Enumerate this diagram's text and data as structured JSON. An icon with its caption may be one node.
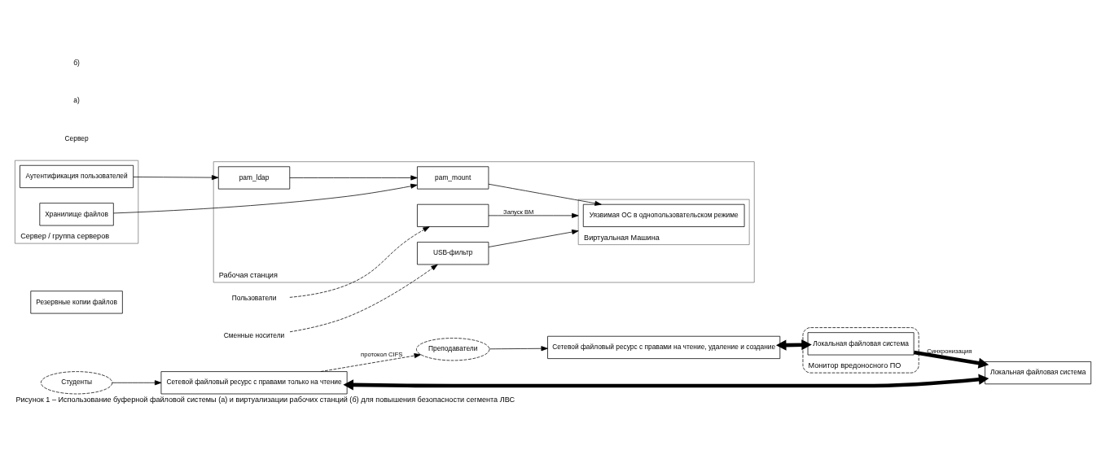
{
  "diagram": {
    "caption": "Рисунок 1 – Использование буферной файловой системы (а) и виртуализации рабочих станций (б) для повышения безопасности сегмента ЛВС",
    "nodes": [
      {
        "text": [
          "Студенты"
        ]
      },
      {
        "text": [
          "Преподаватели"
        ]
      },
      {
        "text": [
          "Сетевой файловый ресурс с правами только на чтение"
        ]
      },
      {
        "text": [
          "Сетевой файловый ресурс с правами на чтение, удаление и создание"
        ]
      },
      {
        "text": [
          "Локальная файловая система"
        ]
      },
      {
        "text": [
          "Резервные копии файлов"
        ]
      },
      {
        "text": [
          "Монитор вредоносного ПО"
        ]
      },
      {
        "text": [
          "Локальная файловая система"
        ],
        "in": 6
      },
      {
        "text": [
          "Сервер / группа серверов"
        ]
      },
      {
        "text": [
          "Аутентификация пользователей"
        ],
        "in": 8
      },
      {
        "text": [
          "Хранилище файлов"
        ],
        "in": 8
      },
      {
        "text": [
          "Рабочая станция"
        ]
      },
      {
        "text": [
          "pam_ldap"
        ],
        "in": 11
      },
      {
        "text": [
          "pam_mount"
        ],
        "in": 11
      },
      {
        "text": [
          "Виртуальная Машина"
        ],
        "in": 11
      },
      {
        "text": [
          "Уязвимая ОС в однопользовательском режиме"
        ],
        "in": 14
      },
      {
        "text": [],
        "shape": "box",
        "in": 11
      },
      {
        "text": [
          "USB-фильтр"
        ],
        "in": 11
      },
      {
        "text": [
          "Пользователи"
        ]
      },
      {
        "text": [
          "Сменные носители"
        ]
      }
    ],
    "edges": [
      {
        "from": 0,
        "to": 2,
        "arrow": "to"
      },
      {
        "from": 1,
        "to": 3,
        "arrow": "to"
      },
      {
        "from": 2,
        "to": 1,
        "arrow": "to",
        "style": "dashed",
        "label": "протокол CIFS"
      },
      {
        "from": 2,
        "to": 4,
        "arrow": "both",
        "style": "thick"
      },
      {
        "from": 3,
        "to": 7,
        "arrow": "both",
        "style": "thick"
      },
      {
        "from": 7,
        "to": 4,
        "arrow": "to",
        "style": "thick",
        "label": "Синхронизация"
      },
      {
        "from": 9,
        "to": 12,
        "arrow": "to"
      },
      {
        "from": 10,
        "to": 13,
        "arrow": "to"
      },
      {
        "from": 12,
        "to": 13,
        "arrow": "to"
      },
      {
        "from": 13,
        "to": 15,
        "arrow": "to"
      },
      {
        "from": 16,
        "to": 14,
        "arrow": "to",
        "label": "Запуск ВМ"
      },
      {
        "from": 17,
        "to": 14,
        "arrow": "to"
      },
      {
        "from": 18,
        "to": 16,
        "arrow": "to",
        "style": "dashed"
      },
      {
        "from": 19,
        "to": 17,
        "arrow": "to",
        "style": "dashed"
      }
    ],
    "labels": [
      "Сервер",
      "а)",
      "б)"
    ]
  }
}
